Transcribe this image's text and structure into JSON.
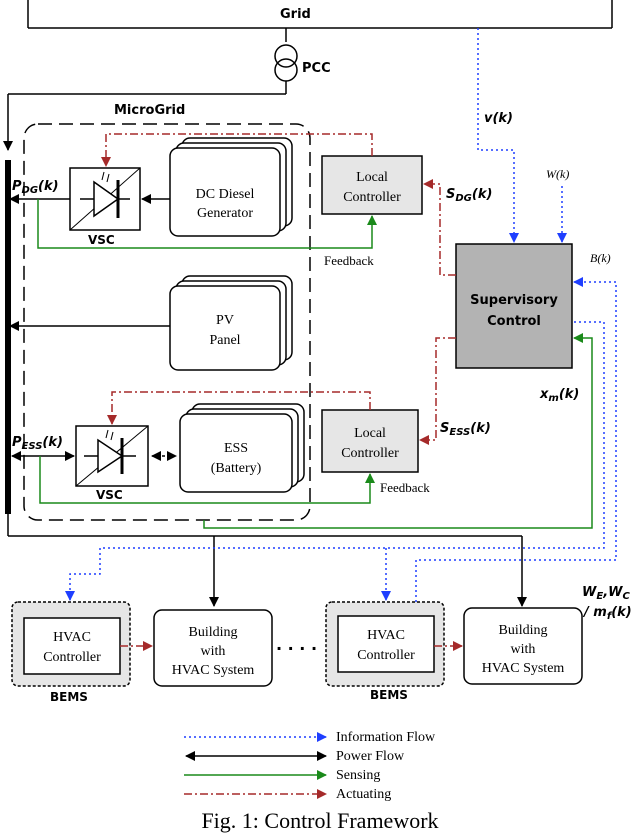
{
  "labels": {
    "grid": "Grid",
    "pcc": "PCC",
    "microgrid": "MicroGrid",
    "dg_line1": "DC Diesel",
    "dg_line2": "Generator",
    "pv_line1": "PV",
    "pv_line2": "Panel",
    "ess_line1": "ESS",
    "ess_line2": "(Battery)",
    "vsc_dg": "VSC",
    "vsc_ess": "VSC",
    "lc_dg_line1": "Local",
    "lc_dg_line2": "Controller",
    "lc_ess_line1": "Local",
    "lc_ess_line2": "Controller",
    "feedback_top": "Feedback",
    "feedback_bottom": "Feedback",
    "supervisory_line1": "Supervisory",
    "supervisory_line2": "Control",
    "hvac1_line1": "HVAC",
    "hvac1_line2": "Controller",
    "hvac2_line1": "HVAC",
    "hvac2_line2": "Controller",
    "bems1": "BEMS",
    "bems2": "BEMS",
    "bldg1_line1": "Building",
    "bldg1_line2": "with",
    "bldg1_line3": "HVAC System",
    "bldg2_line1": "Building",
    "bldg2_line2": "with",
    "bldg2_line3": "HVAC System",
    "dots": "· · · ·",
    "v_k": "v(k)",
    "w_k": "W(k)",
    "b_k": "B(k)",
    "p_dg": "P",
    "p_dg_sub": "DG",
    "p_dg_arg": "(k)",
    "p_ess": "P",
    "p_ess_sub": "ESS",
    "p_ess_arg": "(k)",
    "s_dg": "S",
    "s_dg_sub": "DG",
    "s_dg_arg": "(k)",
    "s_ess": "S",
    "s_ess_sub": "ESS",
    "s_ess_arg": "(k)",
    "x_m": "x",
    "x_m_sub": "m",
    "x_m_arg": "(k)",
    "we_wc_line1": "W",
    "we_sub": "E",
    "we_wc_comma": ",W",
    "wc_sub": "C",
    "we_wc_line2": "/ m",
    "mf_sub": "f",
    "mf_arg": "(k)",
    "caption": "Fig. 1: Control Framework"
  },
  "legend": [
    {
      "label": "Information Flow",
      "color": "#1f3fff",
      "style": "dotted"
    },
    {
      "label": "Power Flow",
      "color": "#000000",
      "style": "solid"
    },
    {
      "label": "Sensing",
      "color": "#1a8a1a",
      "style": "solid"
    },
    {
      "label": "Actuating",
      "color": "#a52a2a",
      "style": "dashdot"
    }
  ],
  "colors": {
    "information": "#1f3fff",
    "power": "#000000",
    "sensing": "#1a8a1a",
    "actuating": "#a52a2a",
    "controller_fill": "#e6e6e6",
    "supervisory_fill": "#b3b3b3"
  }
}
